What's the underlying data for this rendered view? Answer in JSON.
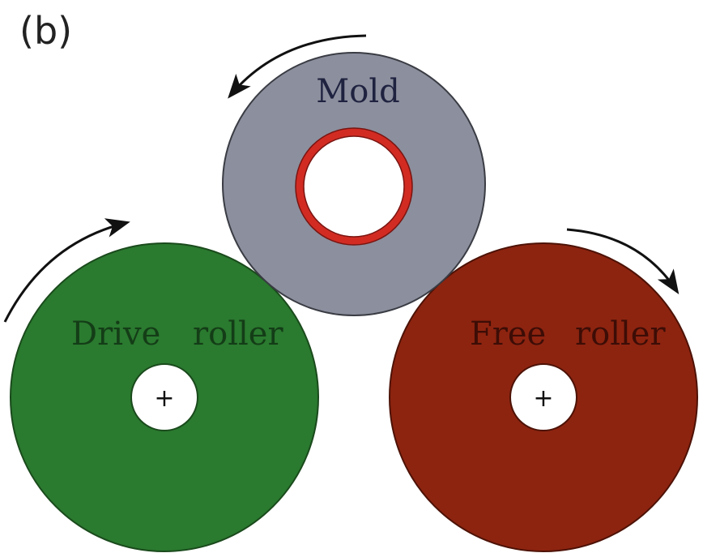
{
  "panel_label": "(b)",
  "colors": {
    "mold": "#8c8f9d",
    "mold_ring": "#d22b22",
    "drive": "#2a7a2f",
    "free": "#8d2410",
    "arrow": "#111111",
    "label_dark": "#1f2340",
    "label_drive": "#143d17",
    "label_free": "#3d0d06"
  },
  "mold": {
    "label": "Mold",
    "rotation": "counterclockwise"
  },
  "drive_roller": {
    "label_word1": "Drive",
    "label_word2": "roller",
    "axle_symbol": "+",
    "rotation": "clockwise"
  },
  "free_roller": {
    "label_word1": "Free",
    "label_word2": "roller",
    "axle_symbol": "+",
    "rotation": "clockwise"
  }
}
